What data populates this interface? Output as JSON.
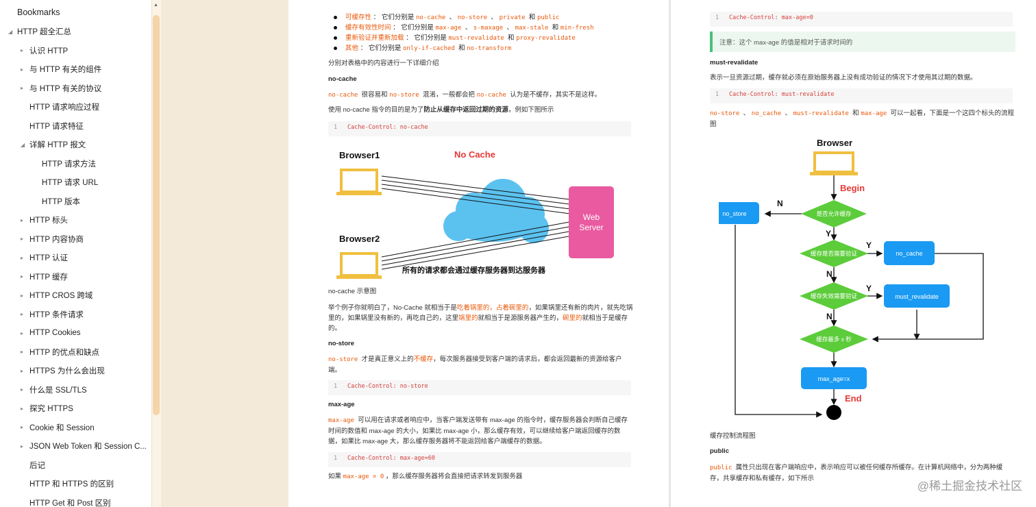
{
  "sidebar": {
    "title": "Bookmarks",
    "items": [
      {
        "label": "HTTP 超全汇总",
        "level": 0,
        "toggle": "open"
      },
      {
        "label": "认识 HTTP",
        "level": 1,
        "toggle": "closed"
      },
      {
        "label": "与 HTTP 有关的组件",
        "level": 1,
        "toggle": "closed"
      },
      {
        "label": "与 HTTP 有关的协议",
        "level": 1,
        "toggle": "closed"
      },
      {
        "label": "HTTP 请求响应过程",
        "level": 1,
        "toggle": "none"
      },
      {
        "label": "HTTP 请求特征",
        "level": 1,
        "toggle": "none"
      },
      {
        "label": "详解 HTTP 报文",
        "level": 1,
        "toggle": "open"
      },
      {
        "label": "HTTP 请求方法",
        "level": 2,
        "toggle": "none"
      },
      {
        "label": "HTTP 请求 URL",
        "level": 2,
        "toggle": "none"
      },
      {
        "label": "HTTP 版本",
        "level": 2,
        "toggle": "none"
      },
      {
        "label": "HTTP 标头",
        "level": 1,
        "toggle": "closed"
      },
      {
        "label": "HTTP 内容协商",
        "level": 1,
        "toggle": "closed"
      },
      {
        "label": "HTTP 认证",
        "level": 1,
        "toggle": "closed"
      },
      {
        "label": "HTTP 缓存",
        "level": 1,
        "toggle": "closed"
      },
      {
        "label": "HTTP CROS 跨域",
        "level": 1,
        "toggle": "closed"
      },
      {
        "label": "HTTP 条件请求",
        "level": 1,
        "toggle": "closed"
      },
      {
        "label": "HTTP Cookies",
        "level": 1,
        "toggle": "closed"
      },
      {
        "label": "HTTP 的优点和缺点",
        "level": 1,
        "toggle": "closed"
      },
      {
        "label": "HTTPS 为什么会出现",
        "level": 1,
        "toggle": "closed"
      },
      {
        "label": "什么是 SSL/TLS",
        "level": 1,
        "toggle": "closed"
      },
      {
        "label": "探究 HTTPS",
        "level": 1,
        "toggle": "closed"
      },
      {
        "label": "Cookie 和 Session",
        "level": 1,
        "toggle": "closed"
      },
      {
        "label": "JSON Web Token 和 Session C...",
        "level": 1,
        "toggle": "closed"
      },
      {
        "label": "后记",
        "level": 1,
        "toggle": "none"
      },
      {
        "label": "HTTP 和 HTTPS 的区别",
        "level": 1,
        "toggle": "none"
      },
      {
        "label": "HTTP Get 和 Post 区别",
        "level": 1,
        "toggle": "none"
      }
    ]
  },
  "page1": {
    "bullets": [
      {
        "label": "可缓存性",
        "sep": "：",
        "pre": "它们分别是",
        "codes": [
          "no-cache",
          "no-store",
          "private",
          "public"
        ]
      },
      {
        "label": "缓存有效性时间",
        "sep": "：",
        "pre": "它们分别是",
        "codes": [
          "max-age",
          "s-maxage",
          "max-stale",
          "min-fresh"
        ]
      },
      {
        "label": "重新验证并重新加载",
        "sep": "：",
        "pre": "它们分别是",
        "codes": [
          "must-revalidate",
          "proxy-revalidate"
        ]
      },
      {
        "label": "其他",
        "sep": "：",
        "pre": "它们分别是",
        "codes": [
          "only-if-cached",
          "no-transform"
        ]
      }
    ],
    "conj_and": "和",
    "conj_sep": "、",
    "intro": "分别对表格中的内容进行一下详细介绍",
    "nocache_heading": "no-cache",
    "nocache_p1_code1": "no-cache",
    "nocache_p1_t1": "很容易和",
    "nocache_p1_code2": "no-store",
    "nocache_p1_t2": "混淆，一般都会把",
    "nocache_p1_code3": "no-cache",
    "nocache_p1_t3": "认为是不缓存，其实不是这样。",
    "nocache_p2_a": "使用 no-cache 指令的目的是为了",
    "nocache_p2_b": "防止从缓存中返回过期的资源",
    "nocache_p2_c": "，例如下图所示",
    "code1_line": "1",
    "code1": "Cache-Control: no-cache",
    "diagram": {
      "browser1": "Browser1",
      "browser2": "Browser2",
      "title": "No Cache",
      "server_line1": "Web",
      "server_line2": "Server",
      "caption": "所有的请求都会通过缓存服务器到达服务器"
    },
    "diagram_caption": "no-cache 示意图",
    "example_a": "举个例子你就明白了，No-Cache 就相当于是",
    "example_hl1": "吃着锅里的，占着碗里的",
    "example_b": "，如果锅里还有新的肉片，就先吃锅里的，如果锅里没有新的，再吃自己的，这里",
    "example_hl2": "锅里的",
    "example_c": "就相当于是源服务器产生的，",
    "example_hl3": "碗里的",
    "example_d": "就相当于是缓存的。",
    "nostore_heading": "no-store",
    "nostore_code": "no-store",
    "nostore_t1": "才是真正意义上的",
    "nostore_hl": "不缓存",
    "nostore_t2": "，每次服务器接受到客户端的请求后，都会返回最新的资源给客户端。",
    "code2_line": "1",
    "code2": "Cache-Control: no-store",
    "maxage_heading": "max-age",
    "maxage_code": "max-age",
    "maxage_text": "可以用在请求或者响应中，当客户端发送带有 max-age 的指令时，缓存服务器会判断自己缓存时间的数值和 max-age 的大小，如果比 max-age 小，那么缓存有效，可以继续给客户端返回缓存的数据，如果比 max-age 大，那么缓存服务器将不能返回给客户端缓存的数据。",
    "code3_line": "1",
    "code3": "Cache-Control: max-age=60",
    "last_a": "如果",
    "last_code": "max-age = 0",
    "last_b": "，那么缓存服务器将会直接把请求转发到服务器"
  },
  "page2": {
    "code_top_line": "1",
    "code_top": "Cache-Control: max-age=0",
    "note": "注意：这个 max-age 的值是相对于请求时间的",
    "mr_heading": "must-revalidate",
    "mr_text": "表示一旦资源过期，缓存就必须在原始服务器上没有成功验证的情况下才使用其过期的数据。",
    "code_mr_line": "1",
    "code_mr": "Cache-Control: must-revalidate",
    "summary_codes": [
      "no-store",
      "no_cache",
      "must-revalidate",
      "max-age"
    ],
    "summary_sep": "、",
    "summary_and": "和",
    "summary_text": "可以一起看，下面是一个这四个标头的流程图",
    "flow": {
      "browser": "Browser",
      "begin": "Begin",
      "end": "End",
      "d1": "是否允许缓存",
      "d2": "缓存是否需要验证",
      "d3": "缓存失效需要验证",
      "d4": "缓存最多 x 秒",
      "no_store": "no_store",
      "no_cache": "no_cache",
      "must_revalidate": "must_revalidate",
      "max_age": "max_age=x",
      "n": "N",
      "y": "Y"
    },
    "flow_caption": "缓存控制流程图",
    "public_heading": "public",
    "public_code": "public",
    "public_text": "属性只出现在客户端响应中，表示响应可以被任何缓存所缓存。在计算机网络中，分为两种缓存，共享缓存和私有缓存，如下所示"
  },
  "watermark": "@稀土掘金技术社区",
  "colors": {
    "accent": "#e8590c",
    "node_blue": "#1a9af2",
    "diamond_green": "#5ccc3b",
    "server_pink": "#ea5aa0",
    "cloud_blue": "#5bc2f0",
    "laptop_yellow": "#f0bf3f",
    "scroll_thumb": "#f4d4a8"
  }
}
